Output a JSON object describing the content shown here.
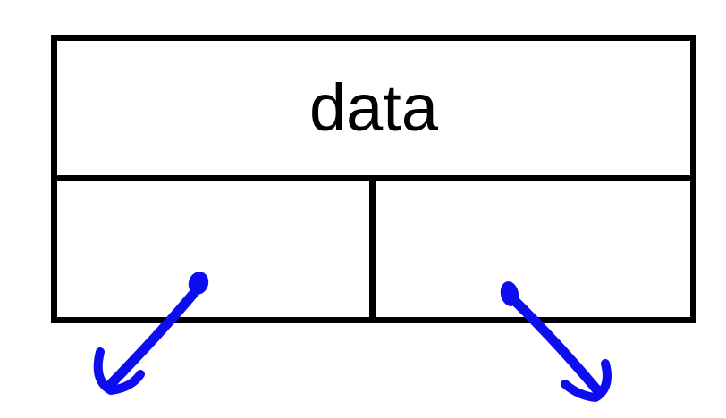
{
  "node": {
    "data_label": "data",
    "left_pointer_label": "",
    "right_pointer_label": ""
  },
  "arrows": {
    "left": {
      "name": "left-pointer-arrow",
      "direction": "down-left"
    },
    "right": {
      "name": "right-pointer-arrow",
      "direction": "down-right"
    }
  },
  "colors": {
    "background": "#ffffff",
    "box_border": "#000000",
    "text": "#000000",
    "arrow_blue": "#0d0df0"
  }
}
